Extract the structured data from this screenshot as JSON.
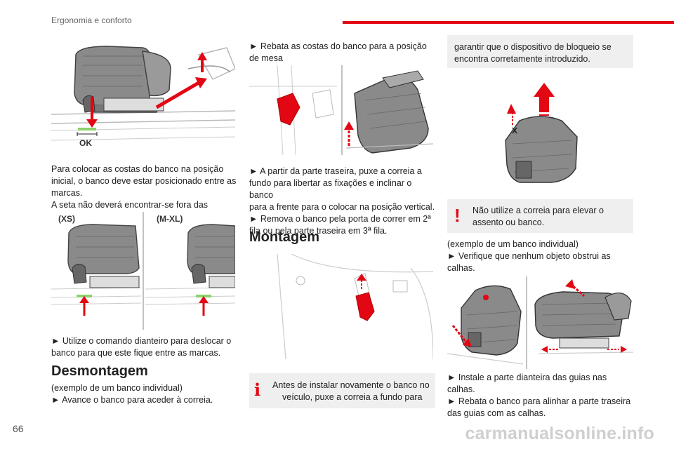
{
  "header": {
    "section_title": "Ergonomia e conforto"
  },
  "page_number": "66",
  "watermark": "carmanualsonline.info",
  "figures": {
    "ok_label": "OK",
    "xs_label": "(XS)",
    "mxl_label": "(M-XL)"
  },
  "col1": {
    "para1": [
      "Para colocar as costas do banco na posição",
      "inicial, o banco deve estar posicionado entre as",
      "marcas.",
      "A seta não deverá encontrar-se fora das marcas."
    ],
    "para2": [
      "► Utilize o comando dianteiro para deslocar o",
      "banco para que este fique entre as marcas."
    ],
    "heading_desmontagem": "Desmontagem",
    "para3": [
      "(exemplo de um banco individual)",
      "► Avance o banco para aceder à correia."
    ]
  },
  "col2": {
    "para1": [
      "► Rebata as costas do banco para a posição",
      "de mesa"
    ],
    "para2": [
      "► A partir da parte traseira, puxe a correia a",
      "fundo para libertar as fixações e inclinar o banco",
      "para a frente para o colocar na posição vertical.",
      "► Remova o banco pela porta de correr em 2ª",
      "fila ou pela parte traseira em 3ª fila."
    ],
    "heading_montagem": "Montagem",
    "info_box": [
      "Antes de instalar novamente o banco no",
      "veículo, puxe a correia a fundo para"
    ]
  },
  "col3": {
    "box_top": [
      "garantir que o dispositivo de bloqueio se",
      "encontra corretamente introduzido."
    ],
    "warning_box": [
      "Não utilize a correia para elevar o",
      "assento ou banco."
    ],
    "para1": [
      "(exemplo de um banco individual)",
      "► Verifique que nenhum objeto obstrui as",
      "calhas."
    ],
    "para2": [
      "► Instale a parte dianteira das guias nas",
      "calhas.",
      "► Rebata o banco para alinhar a parte traseira",
      "das guias com as calhas."
    ]
  },
  "colors": {
    "accent": "#e30613",
    "box_gray": "#efefef",
    "text": "#222222"
  }
}
